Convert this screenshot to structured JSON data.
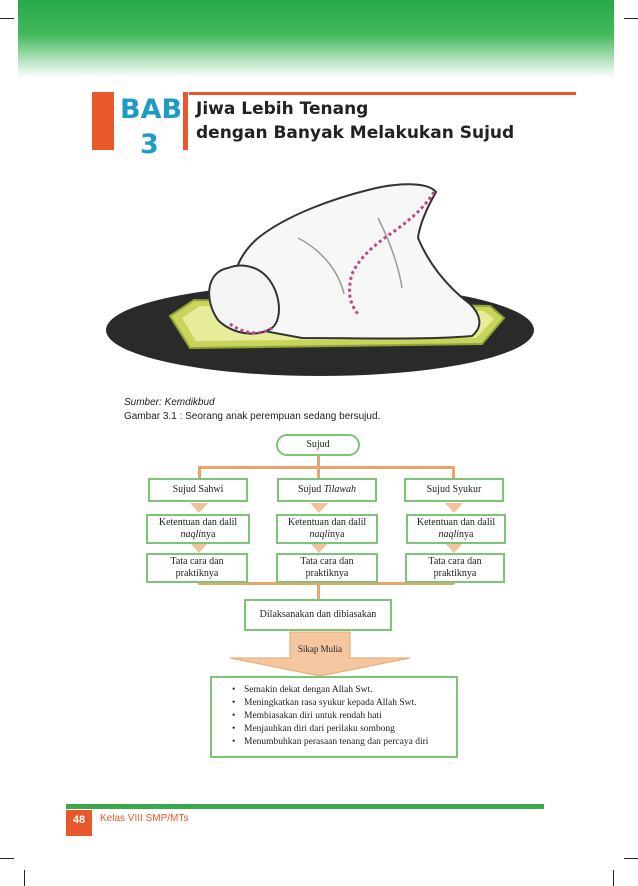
{
  "chapter": {
    "label": "BAB",
    "number": "3",
    "title_line1": "Jiwa Lebih Tenang",
    "title_line2": "dengan Banyak Melakukan Sujud"
  },
  "figure": {
    "source": "Sumber: Kemdikbud",
    "caption": "Gambar 3.1 : Seorang anak perempuan sedang bersujud."
  },
  "diagram": {
    "root": "Sujud",
    "columns": [
      {
        "type_prefix": "Sujud ",
        "type_emph": "Sahwi",
        "rule_line1": "Ketentuan dan dalil",
        "rule_emph": "naqli",
        "rule_suffix": "nya",
        "practice_line1": "Tata cara dan",
        "practice_line2": "praktiknya"
      },
      {
        "type_prefix": "Sujud ",
        "type_emph": "Tilawah",
        "rule_line1": "Ketentuan dan dalil",
        "rule_emph": "naqli",
        "rule_suffix": "nya",
        "practice_line1": "Tata cara dan",
        "practice_line2": "praktiknya"
      },
      {
        "type_prefix": "Sujud ",
        "type_emph": "Syukur",
        "rule_line1": "Ketentuan dan dalil",
        "rule_emph": "naqli",
        "rule_suffix": "nya",
        "practice_line1": "Tata cara dan",
        "practice_line2": "praktiknya"
      }
    ],
    "merge": "Dilaksanakan dan dibiasakan",
    "attitude": "Sikap Mulia",
    "outcomes": [
      "Semakin dekat dengan Allah Swt.",
      "Meningkatkan rasa syukur kepada Allah Swt.",
      "Membiasakan diri untuk rendah hati",
      "Menjauhkan diri dari perilaku sombong",
      "Menumbuhkan perasaan tenang dan percaya diri"
    ]
  },
  "footer": {
    "page_number": "48",
    "book": "Kelas VIII SMP/MTs"
  },
  "colors": {
    "header_green": "#27a84a",
    "accent_orange": "#e8582b",
    "title_blue": "#1f9cc3",
    "box_border": "#7cc576",
    "connector": "#e9a46a"
  }
}
